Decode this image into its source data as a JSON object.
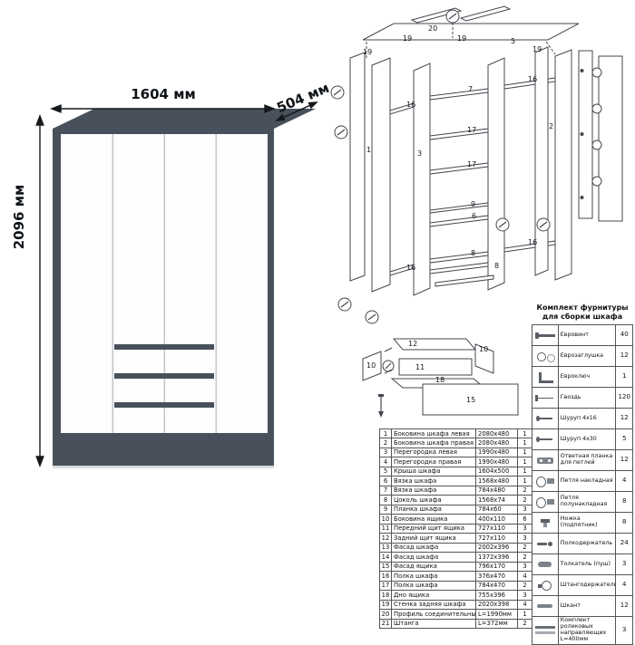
{
  "dimensions": {
    "width_label": "1604 мм",
    "depth_label": "504 мм",
    "height_label": "2096 мм"
  },
  "exploded": {
    "callouts": [
      "20",
      "19",
      "19",
      "5",
      "19",
      "19",
      "16",
      "7",
      "16",
      "17",
      "1",
      "3",
      "2",
      "17",
      "9",
      "6",
      "8",
      "16",
      "16",
      "8"
    ]
  },
  "drawer": {
    "callouts": [
      "12",
      "10",
      "10",
      "11",
      "18",
      "15"
    ]
  },
  "parts_table": {
    "rows": [
      {
        "num": "1",
        "name": "Боковина шкафа левая",
        "size": "2080х480",
        "qty": "1"
      },
      {
        "num": "2",
        "name": "Боковина шкафа правая",
        "size": "2080х480",
        "qty": "1"
      },
      {
        "num": "3",
        "name": "Перегородка левая",
        "size": "1990х480",
        "qty": "1"
      },
      {
        "num": "4",
        "name": "Перегородка правая",
        "size": "1990х480",
        "qty": "1"
      },
      {
        "num": "5",
        "name": "Крыша шкафа",
        "size": "1604х500",
        "qty": "1"
      },
      {
        "num": "6",
        "name": "Вязка шкафа",
        "size": "1568х480",
        "qty": "1"
      },
      {
        "num": "7",
        "name": "Вязка шкафа",
        "size": "784х480",
        "qty": "2"
      },
      {
        "num": "8",
        "name": "Цоколь шкафа",
        "size": "1568х74",
        "qty": "2"
      },
      {
        "num": "9",
        "name": "Планка шкафа",
        "size": "784х60",
        "qty": "3"
      },
      {
        "num": "10",
        "name": "Боковина ящика",
        "size": "400х110",
        "qty": "6"
      },
      {
        "num": "11",
        "name": "Передний щит ящика",
        "size": "727х110",
        "qty": "3"
      },
      {
        "num": "12",
        "name": "Задний щит ящика",
        "size": "727х110",
        "qty": "3"
      },
      {
        "num": "13",
        "name": "Фасад шкафа",
        "size": "2002х396",
        "qty": "2"
      },
      {
        "num": "14",
        "name": "Фасад шкафа",
        "size": "1372х396",
        "qty": "2"
      },
      {
        "num": "15",
        "name": "Фасад ящика",
        "size": "796х170",
        "qty": "3"
      },
      {
        "num": "16",
        "name": "Полка шкафа",
        "size": "376х470",
        "qty": "4"
      },
      {
        "num": "17",
        "name": "Полка шкафа",
        "size": "784х470",
        "qty": "2"
      },
      {
        "num": "18",
        "name": "Дно ящика",
        "size": "755х396",
        "qty": "3"
      },
      {
        "num": "19",
        "name": "Стенка задняя шкафа",
        "size": "2020х398",
        "qty": "4"
      },
      {
        "num": "20",
        "name": "Профиль соединительный",
        "size": "L=1990мм",
        "qty": "1"
      },
      {
        "num": "21",
        "name": "Штанга",
        "size": "L=372мм",
        "qty": "2"
      }
    ]
  },
  "hardware": {
    "title_line1": "Комплект фурнитуры",
    "title_line2": "для сборки шкафа",
    "items": [
      {
        "name": "Евровинт",
        "qty": "40",
        "icon": "euroscrew-icon"
      },
      {
        "name": "Еврозаглушка",
        "qty": "12",
        "icon": "plug-icon"
      },
      {
        "name": "Евроключ",
        "qty": "1",
        "icon": "hexkey-icon"
      },
      {
        "name": "Гвоздь",
        "qty": "120",
        "icon": "nail-icon"
      },
      {
        "name": "Шуруп 4х16",
        "qty": "12",
        "icon": "screw-icon"
      },
      {
        "name": "Шуруп 4х30",
        "qty": "5",
        "icon": "screw-icon"
      },
      {
        "name": "Ответная планка для петлей",
        "qty": "12",
        "icon": "strike-plate-icon"
      },
      {
        "name": "Петля накладная",
        "qty": "4",
        "icon": "hinge-icon"
      },
      {
        "name": "Петля полунакладная",
        "qty": "8",
        "icon": "hinge-icon"
      },
      {
        "name": "Ножка (подпятник)",
        "qty": "8",
        "icon": "leg-icon"
      },
      {
        "name": "Полкодержатель",
        "qty": "24",
        "icon": "shelf-pin-icon"
      },
      {
        "name": "Толкатель (пуш)",
        "qty": "3",
        "icon": "push-icon"
      },
      {
        "name": "Штангодержатель",
        "qty": "4",
        "icon": "rod-holder-icon"
      },
      {
        "name": "Шкант",
        "qty": "12",
        "icon": "dowel-icon"
      },
      {
        "name": "Комплект роликовых направляющих L=400мм",
        "qty": "3",
        "icon": "slider-icon"
      }
    ]
  }
}
